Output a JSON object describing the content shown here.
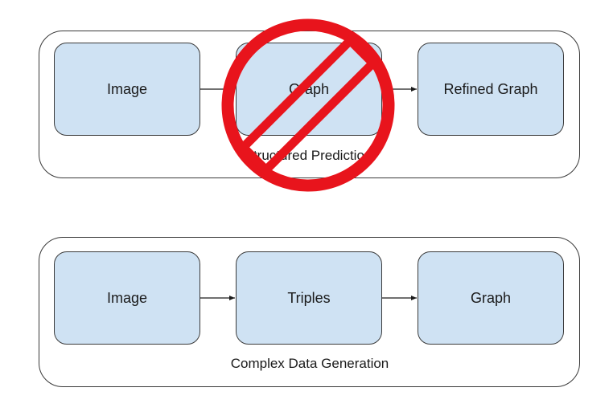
{
  "diagrams": [
    {
      "caption": "Structured Prediction",
      "nodes": [
        "Image",
        "Graph",
        "Refined Graph"
      ],
      "crossed_out": true
    },
    {
      "caption": "Complex Data Generation",
      "nodes": [
        "Image",
        "Triples",
        "Graph"
      ],
      "crossed_out": false
    }
  ],
  "colors": {
    "node_fill": "#cfe2f3",
    "border": "#3a3a3a",
    "prohibition": "#e8141c"
  },
  "icons": {
    "prohibition": "prohibition-sign-icon"
  }
}
